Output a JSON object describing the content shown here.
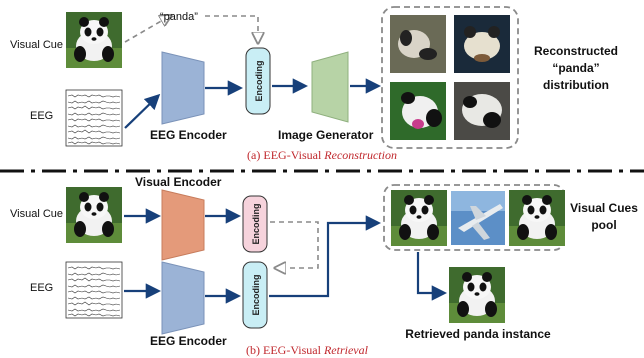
{
  "top": {
    "visual_cue_label": "Visual Cue",
    "eeg_label": "EEG",
    "class_word": "“panda”",
    "encoding_label": "Encoding",
    "eeg_encoder_label": "EEG Encoder",
    "image_generator_label": "Image Generator",
    "output_label_line1": "Reconstructed",
    "output_label_line2": "“panda”",
    "output_label_line3": "distribution",
    "caption_prefix": "(a) EEG-Visual ",
    "caption_emph": "Reconstruction"
  },
  "bottom": {
    "visual_cue_label": "Visual Cue",
    "eeg_label": "EEG",
    "visual_encoder_label": "Visual Encoder",
    "encoding_label_visual": "Encoding",
    "encoding_label_eeg": "Encoding",
    "eeg_encoder_label": "EEG Encoder",
    "pool_label_line1": "Visual Cues",
    "pool_label_line2": "pool",
    "retrieved_label": "Retrieved panda instance",
    "caption_prefix": "(b) EEG-Visual ",
    "caption_emph": "Retrieval"
  },
  "colors": {
    "eeg_encoder": "#9bb3d6",
    "visual_encoder": "#e49a7a",
    "image_generator": "#b7d3a6",
    "encoding_box_top": "#c9eef5",
    "encoding_box_visual": "#f6d3dc",
    "encoding_box_eeg": "#c9eef5",
    "arrow": "#17407a",
    "dashed": "#8a8a8a",
    "caption": "#c0282d"
  },
  "icons": [
    "panda-photo",
    "eeg-signal-plot",
    "airplane-photo"
  ]
}
